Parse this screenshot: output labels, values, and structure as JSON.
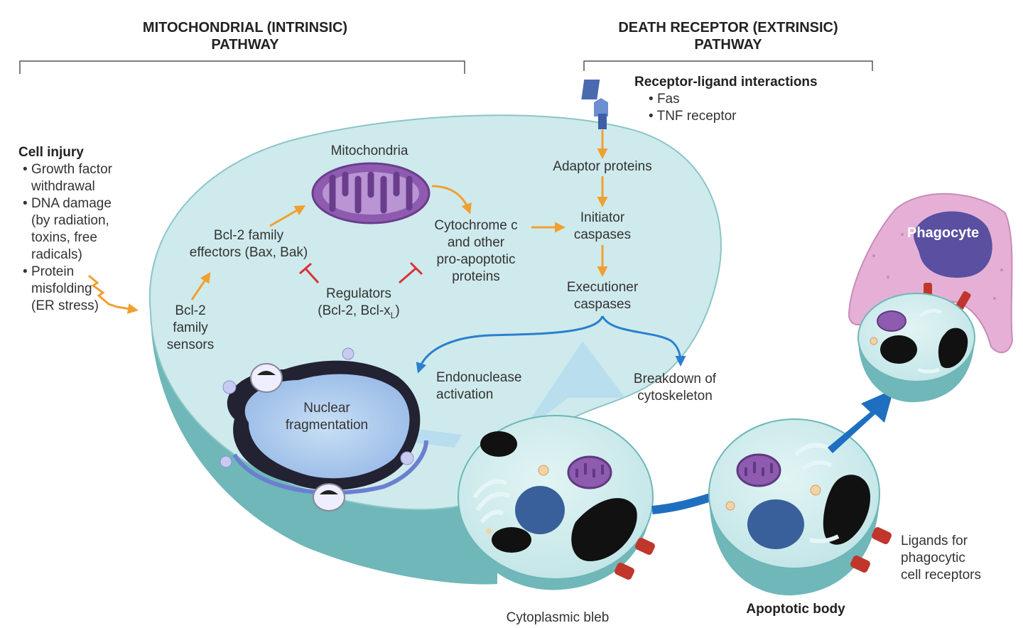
{
  "headers": {
    "intrinsic_line1": "MITOCHONDRIAL (INTRINSIC)",
    "intrinsic_line2": "PATHWAY",
    "extrinsic_line1": "DEATH RECEPTOR (EXTRINSIC)",
    "extrinsic_line2": "PATHWAY"
  },
  "cell_injury": {
    "title": "Cell injury",
    "items": [
      [
        "Growth factor",
        "withdrawal"
      ],
      [
        "DNA damage",
        "(by radiation,",
        "toxins, free",
        "radicals)"
      ],
      [
        "Protein",
        "misfolding",
        "(ER stress)"
      ]
    ]
  },
  "receptor": {
    "title": "Receptor-ligand interactions",
    "items": [
      "Fas",
      "TNF receptor"
    ]
  },
  "labels": {
    "mitochondria": "Mitochondria",
    "adaptor": "Adaptor proteins",
    "initiator": [
      "Initiator",
      "caspases"
    ],
    "cytochrome": [
      "Cytochrome c",
      "and other",
      "pro-apoptotic",
      "proteins"
    ],
    "effectors": [
      "Bcl-2 family",
      "effectors (Bax, Bak)"
    ],
    "regulators": [
      "Regulators",
      "(Bcl-2, Bcl-x",
      "L",
      ")"
    ],
    "sensors": [
      "Bcl-2",
      "family",
      "sensors"
    ],
    "executioner": [
      "Executioner",
      "caspases"
    ],
    "endonuclease": [
      "Endonuclease",
      "activation"
    ],
    "cytoskeleton": [
      "Breakdown of",
      "cytoskeleton"
    ],
    "nuclear": [
      "Nuclear",
      "fragmentation"
    ],
    "phagocyte": "Phagocyte",
    "ligands": [
      "Ligands for",
      "phagocytic",
      "cell receptors"
    ],
    "bleb": "Cytoplasmic bleb",
    "apoptotic_body": "Apoptotic body"
  },
  "colors": {
    "cell_fill": "#cfeaec",
    "cell_side": "#6fb7b8",
    "orange_arrow": "#f0a030",
    "red_inhibit": "#d8323a",
    "blue_arrow": "#2a7fcf",
    "mito_purple": "#8e5bb0",
    "phagocyte_pink": "#e6b0d6",
    "phagocyte_nucleus": "#5a4fa0"
  }
}
